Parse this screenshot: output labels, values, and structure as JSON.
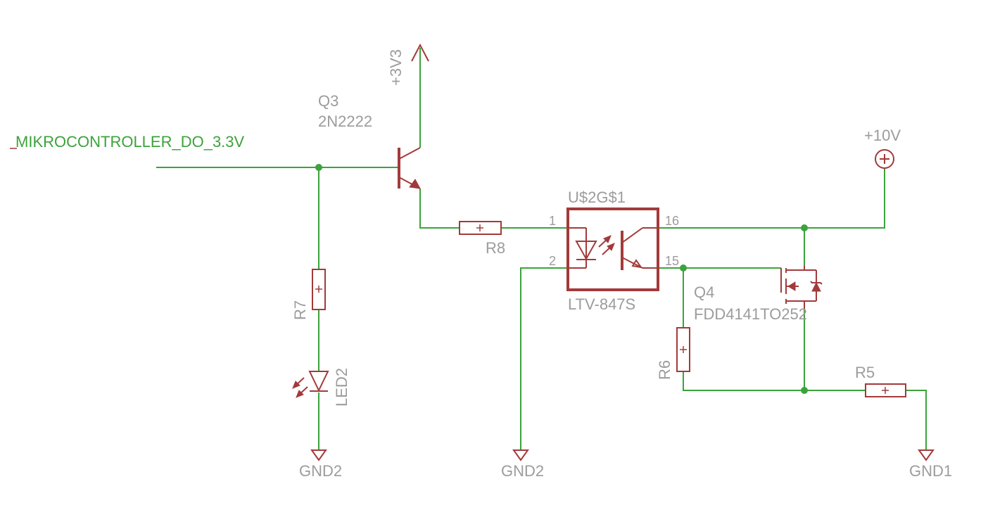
{
  "net_label": "MIKROCONTROLLER_DO_3.3V",
  "supply_3v3": "+3V3",
  "supply_10v": "+10V",
  "grounds": [
    "GND2",
    "GND2",
    "GND1"
  ],
  "q3": {
    "name": "Q3",
    "value": "2N2222"
  },
  "q4": {
    "name": "Q4",
    "value": "FDD4141TO252"
  },
  "optocoupler": {
    "name": "U$2G$1",
    "value": "LTV-847S",
    "pins": [
      "1",
      "2",
      "16",
      "15"
    ]
  },
  "resistors": [
    "R8",
    "R7",
    "R6",
    "R5"
  ],
  "led": "LED2"
}
